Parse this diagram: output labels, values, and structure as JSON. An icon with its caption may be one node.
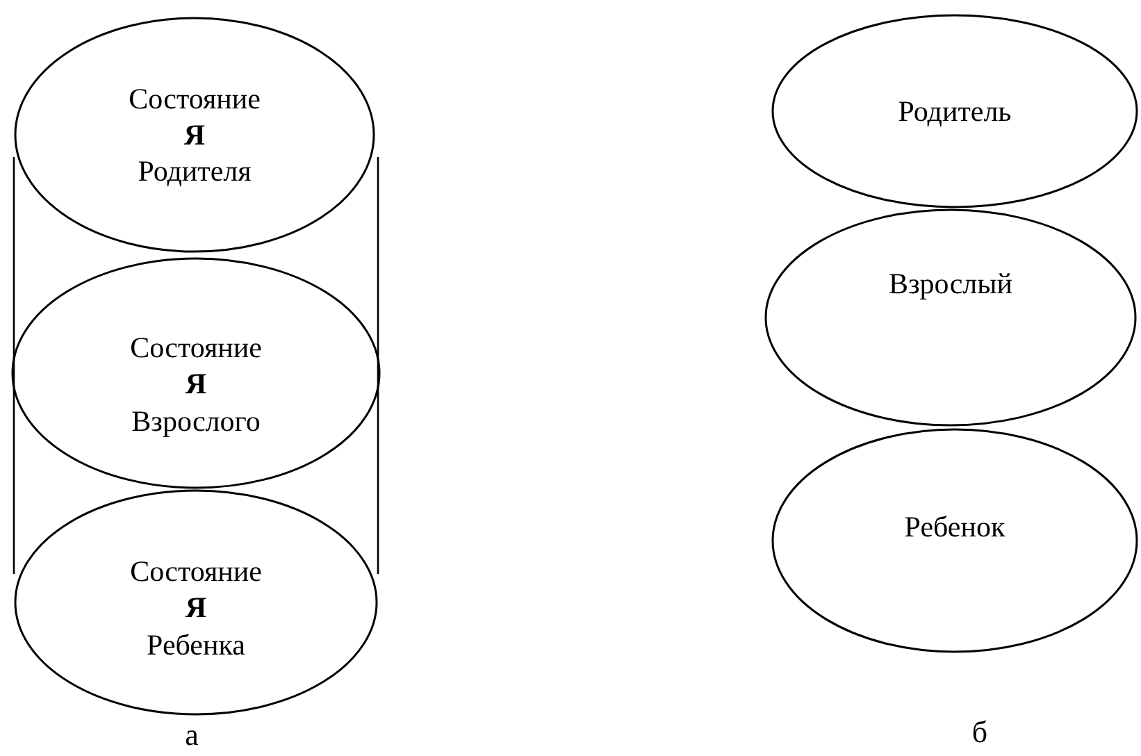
{
  "diagram": {
    "nodes": [
      {
        "text": [
          "Состояние **Я** Родителя"
        ]
      },
      {
        "text": [
          "Состояние **Я** Взрослого"
        ]
      },
      {
        "text": [
          "Состояние **Я** Ребенка"
        ]
      },
      {
        "text": [
          "Родитель"
        ]
      },
      {
        "text": [
          "Взрослый"
        ]
      },
      {
        "text": [
          "Ребенок"
        ]
      }
    ],
    "labels": [
      "а",
      "б"
    ]
  }
}
